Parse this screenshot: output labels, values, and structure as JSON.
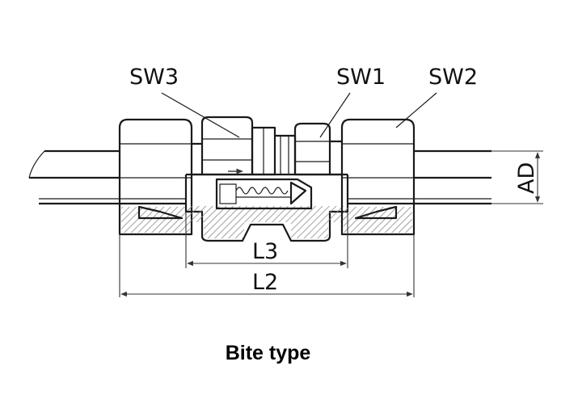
{
  "diagram": {
    "labels": {
      "sw3": "SW3",
      "sw1": "SW1",
      "sw2": "SW2",
      "ad": "AD",
      "l3": "L3",
      "l2": "L2"
    },
    "caption": "Bite type",
    "colors": {
      "line": "#1a1a1a",
      "section_hatch": "#8a8a8a",
      "background": "#ffffff"
    }
  }
}
